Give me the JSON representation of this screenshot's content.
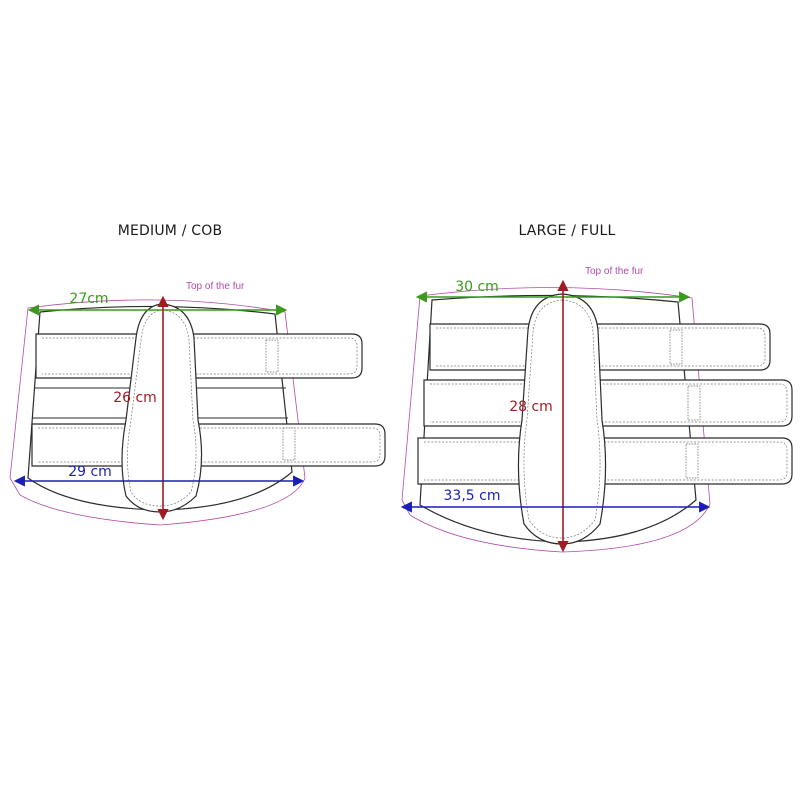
{
  "colors": {
    "top_width": "#3c9a1e",
    "height": "#a01c22",
    "bottom_width": "#1a1fb5",
    "fur_line": "#b24aa8",
    "outline": "#2b2b2b"
  },
  "diagrams": [
    {
      "size_label": "MEDIUM / COB",
      "fur_label": "Top of the fur",
      "top_width": "27cm",
      "height": "26 cm",
      "bottom_width": "29 cm"
    },
    {
      "size_label": "LARGE / FULL",
      "fur_label": "Top of the fur",
      "top_width": "30 cm",
      "height": "28 cm",
      "bottom_width": "33,5 cm"
    }
  ]
}
